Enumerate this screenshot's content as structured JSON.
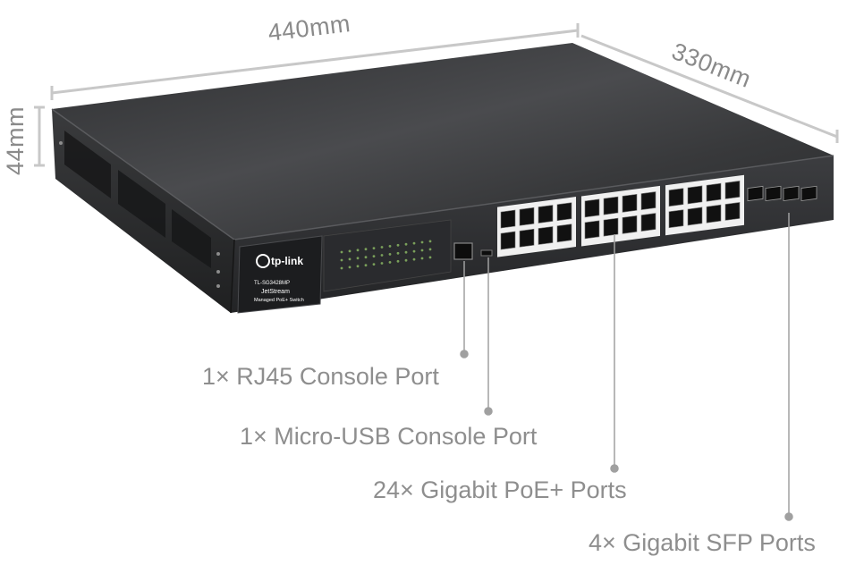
{
  "dimensions": {
    "width": "440mm",
    "depth": "330mm",
    "height": "44mm"
  },
  "device": {
    "brand": "tp-link",
    "model": "TL-SG3428MP",
    "product_line": "JetStream",
    "description": "Managed PoE+ Switch"
  },
  "callouts": {
    "rj45_console": "1× RJ45 Console Port",
    "usb_console": "1× Micro-USB Console Port",
    "poe_ports": "24× Gigabit PoE+ Ports",
    "sfp_ports": "4× Gigabit SFP Ports"
  },
  "colors": {
    "chassis": "#2b2c2e",
    "line": "#c8c8c8",
    "callout_line": "#a0a0a0",
    "text": "#8e8e8e"
  }
}
